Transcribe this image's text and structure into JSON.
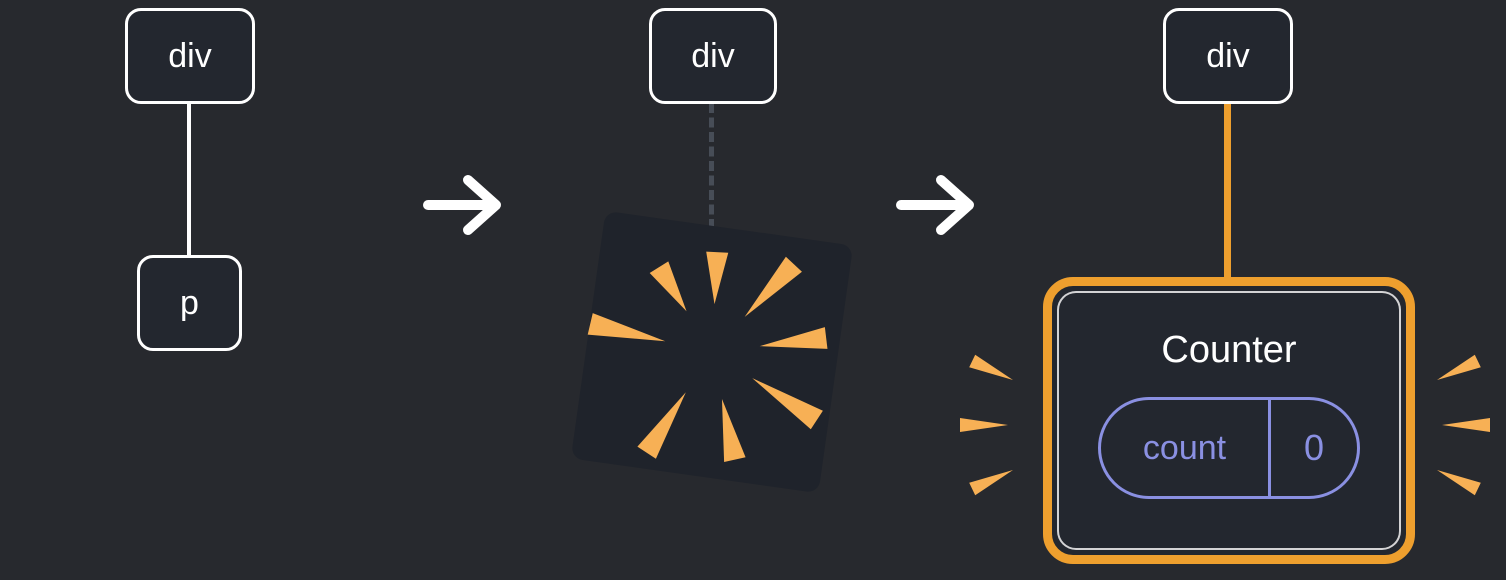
{
  "labels": {
    "stage1_parent": "div",
    "stage1_child": "p",
    "stage2_parent": "div",
    "stage3_parent": "div",
    "counter_title": "Counter",
    "count_label": "count",
    "count_value": "0"
  },
  "icons": {
    "arrow1": "arrow-right-icon",
    "arrow2": "arrow-right-icon",
    "explosion": "poof-explosion-icon",
    "left_sparks": "emphasis-sparks-icon",
    "right_sparks": "emphasis-sparks-icon"
  },
  "colors": {
    "background": "#27292e",
    "node_fill": "#23272f",
    "node_border": "#ffffff",
    "accent_orange": "#ee9f2e",
    "spark_orange": "#f7b055",
    "state_purple": "#8a90e2",
    "dashed_connector": "#474d57"
  }
}
